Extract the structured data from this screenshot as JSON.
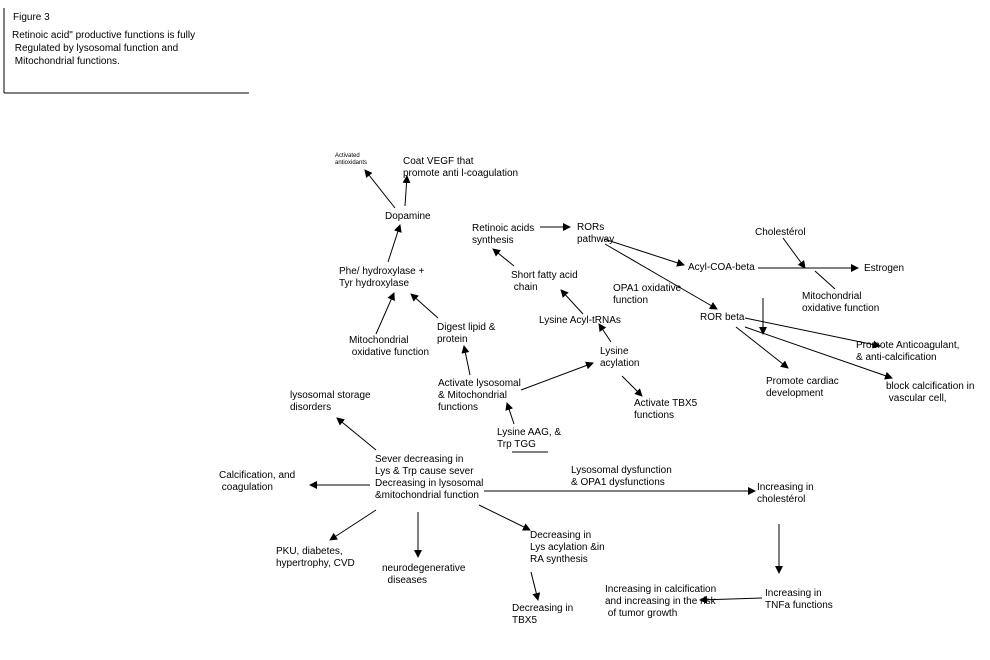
{
  "figure": {
    "title": "Figure 3",
    "caption_lines": [
      "Retinoic acid\" productive functions is fully",
      " Regulated by lysosomal function and",
      " Mitochondrial functions."
    ]
  },
  "nodes": {
    "activated_antioxidants": "Activated\nantioxidants",
    "coat_vegf": "Coat VEGF that\npromote anti l-coagulation",
    "dopamine": "Dopamine",
    "phe_tyr": "Phe/ hydroxylase +\nTyr hydroxylase",
    "mito_oxidative_left": "Mitochondrial\n oxidative function",
    "digest_lipid": "Digest lipid &\nprotein",
    "retinoic_synthesis": "Retinoic acids\nsynthesis",
    "rors_pathway": "RORs\npathway",
    "short_fatty": "Short fatty acid\n chain",
    "opa1_oxidative": "OPA1 oxidative\nfunction",
    "lysine_acyl_trnas": "Lysine Acyl-tRNAs",
    "cholesterol_top": "Cholestérol",
    "acyl_coa_beta": "Acyl-COA-beta",
    "estrogen": "Estrogen",
    "mito_oxidative_right": "Mitochondrial\noxidative function",
    "ror_beta": "ROR beta",
    "promote_anticoagulant": "Promote Anticoagulant,\n& anti-calcification",
    "promote_cardiac": "Promote cardiac\ndevelopment",
    "block_calcification": "block calcification in\n vascular cell,",
    "lysine_acylation": "Lysine\nacylation",
    "activate_lysosomal": "Activate lysosomal\n& Mitochondrial\nfunctions",
    "activate_tbx5": "Activate TBX5\nfunctions",
    "lysine_aag": "Lysine AAG, &\nTrp TGG",
    "lysosomal_storage": "lysosomal storage\ndisorders",
    "sever_decreasing": "Sever decreasing in\nLys & Trp cause sever\nDecreasing in lysosomal\n&mitochondrial function",
    "calcification_coag": "Calcification, and\n coagulation",
    "lyso_dysfunction": "Lysosomal dysfunction\n& OPA1 dysfunctions",
    "increasing_cholesterol": "Increasing in\ncholestérol",
    "pku": "PKU, diabetes,\nhypertrophy, CVD",
    "neurodegenerative": "neurodegenerative\n  diseases",
    "decreasing_lys_acylation": "Decreasing in\nLys acylation &in\nRA synthesis",
    "decreasing_tbx5": "Decreasing in\nTBX5",
    "increasing_calcification": "Increasing in calcification\nand increasing in the risk\n of tumor growth",
    "increasing_tnfa": "Increasing in\nTNFa functions"
  }
}
